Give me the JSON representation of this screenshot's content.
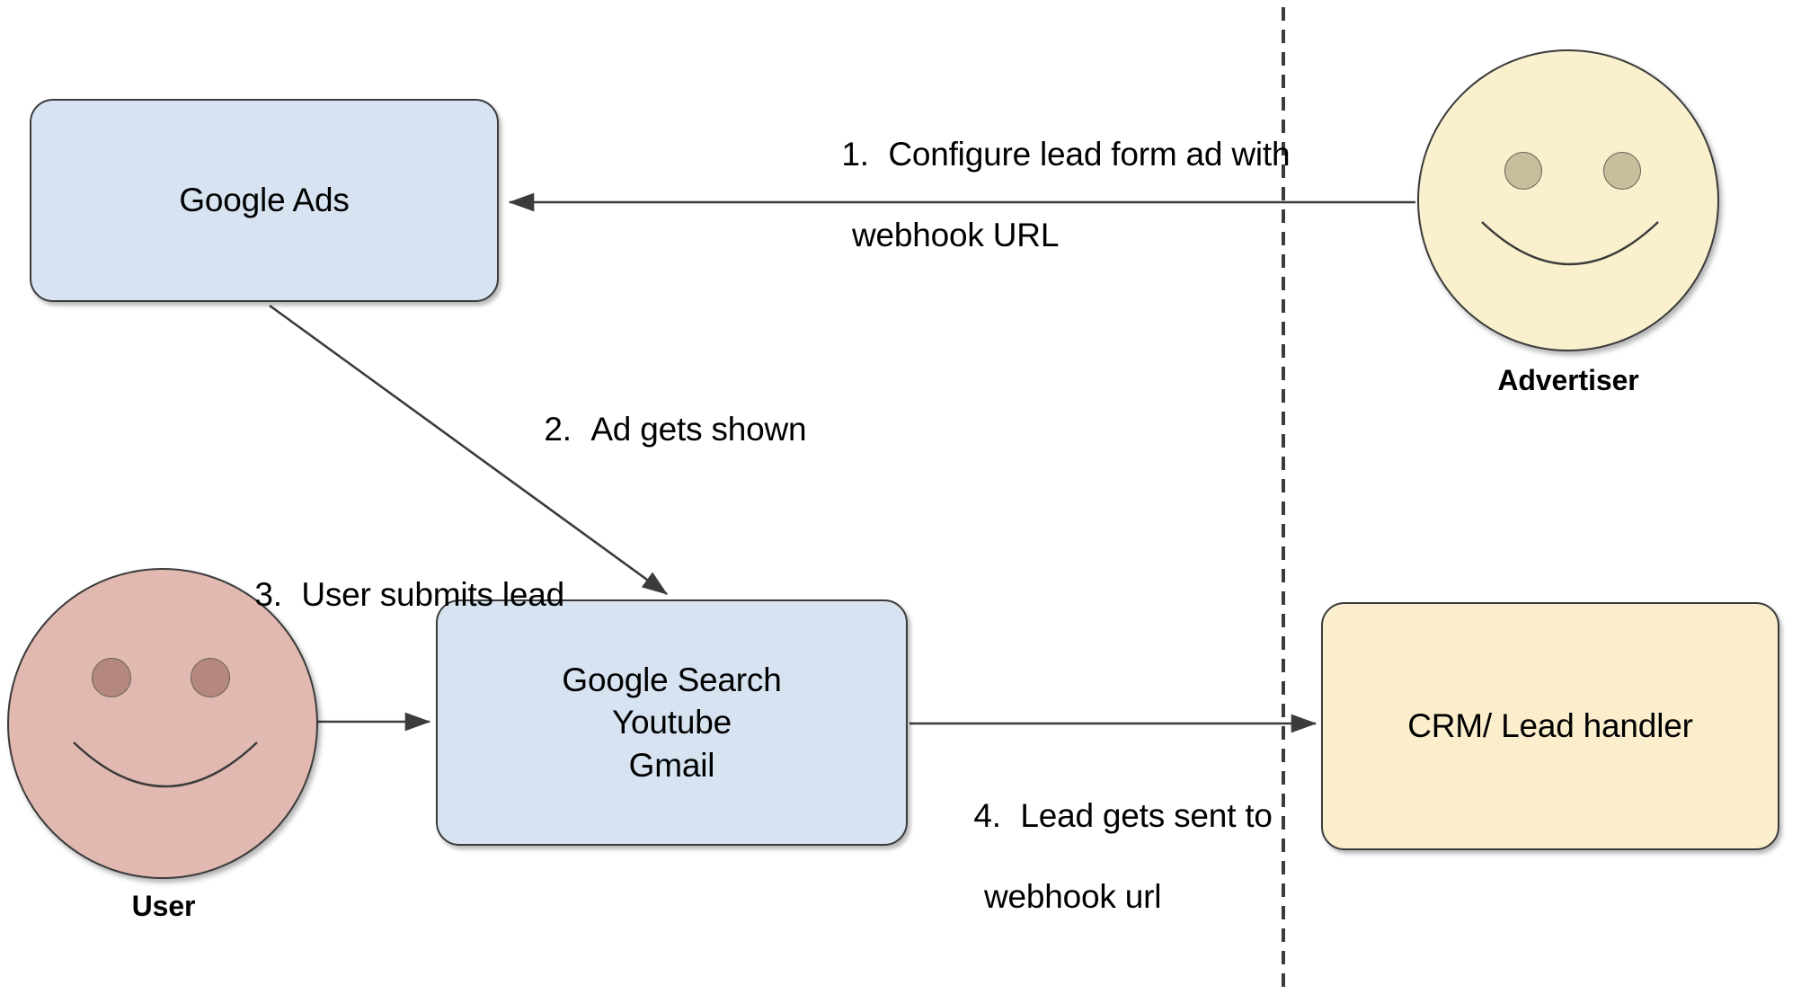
{
  "diagram": {
    "title": "Google Ads lead form webhook flow",
    "divider": {
      "name": "trust-boundary-dashed-line",
      "orientation": "vertical"
    },
    "colors": {
      "box_blue_fill": "#d7e3f1",
      "box_cream_fill": "#faeecd",
      "advertiser_face_fill": "#faf0cd",
      "advertiser_eye_fill": "#c6bf9c",
      "user_face_fill": "#e1b9b1",
      "user_eye_fill": "#b4877f",
      "stroke": "#3b3b3b",
      "text": "#000000",
      "background": "#ffffff"
    }
  },
  "nodes": {
    "google_ads": {
      "label": "Google Ads"
    },
    "google_surfaces": {
      "lines": [
        "Google Search",
        "Youtube",
        "Gmail"
      ]
    },
    "crm": {
      "label": "CRM/ Lead handler"
    },
    "advertiser": {
      "label": "Advertiser"
    },
    "user": {
      "label": "User"
    }
  },
  "edge_labels": {
    "step1": {
      "number": "1.",
      "line1": "Configure lead form ad with",
      "line2": "webhook URL"
    },
    "step2": {
      "number": "2.",
      "line1": "Ad gets shown",
      "line2": ""
    },
    "step3": {
      "number": "3.",
      "line1": "User submits lead",
      "line2": ""
    },
    "step4": {
      "number": "4.",
      "line1": "Lead gets sent to",
      "line2": "webhook url"
    }
  }
}
